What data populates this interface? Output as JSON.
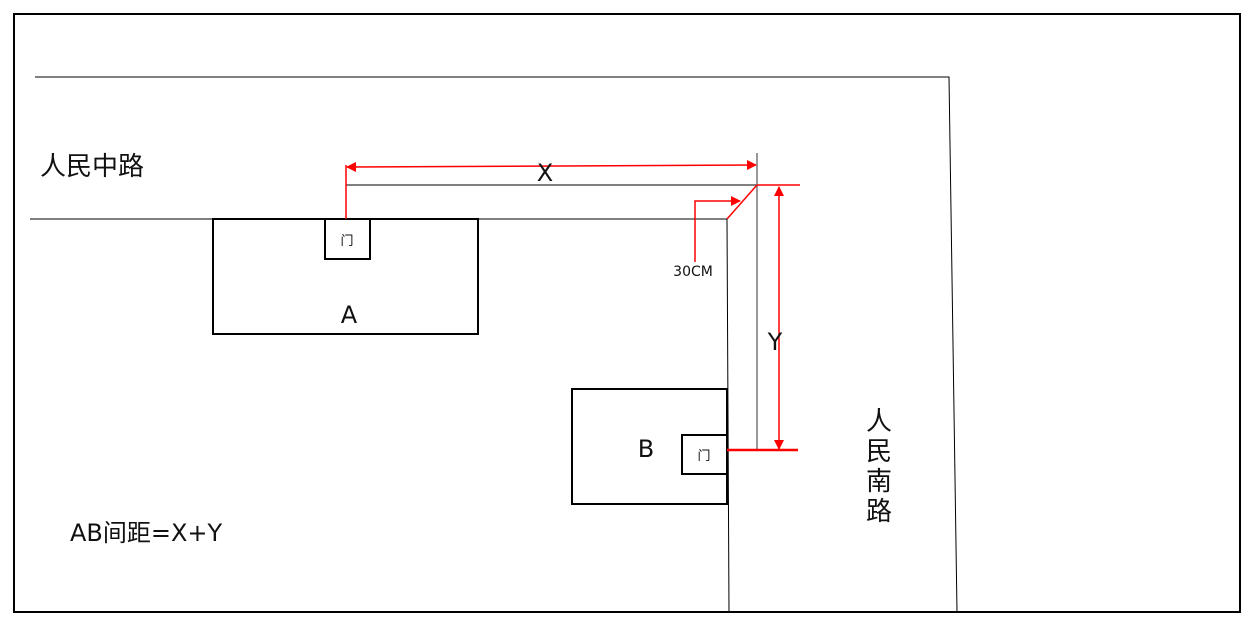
{
  "labels": {
    "road_top": "人民中路",
    "road_right": [
      "人",
      "民",
      "南",
      "路"
    ],
    "building_a": "A",
    "building_b": "B",
    "door_a": "门",
    "door_b": "门",
    "dim_x": "X",
    "dim_y": "Y",
    "offset": "30CM",
    "formula": "AB间距=X+Y"
  },
  "colors": {
    "dimension": "#ff0000",
    "outline": "#000000"
  }
}
